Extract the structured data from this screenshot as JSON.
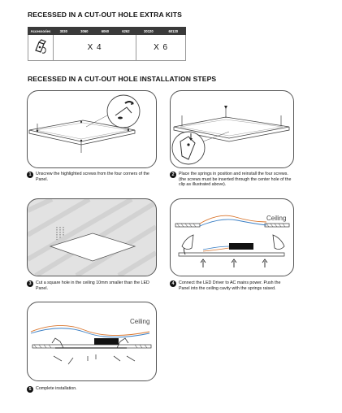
{
  "headings": {
    "kits": "RECESSED IN A CUT-OUT HOLE EXTRA KITS",
    "steps": "RECESSED IN A CUT-OUT HOLE INSTALLATION STEPS"
  },
  "kits_table": {
    "headers": [
      "Accessories",
      "3030",
      "3060",
      "6060",
      "6262",
      "30120",
      "60120"
    ],
    "quantities": [
      "X 4",
      "X 6"
    ]
  },
  "ceiling_label": "Ceiling",
  "steps": [
    {
      "number": "1",
      "text": "Unscrew the highlighted screws from the four corners of the Panel."
    },
    {
      "number": "2",
      "text": "Place the springs in position and reinstall the four screws. (the screws must be inserted through the center hole of the clip as illustrated above)."
    },
    {
      "number": "3",
      "text": "Cut a square hole in the ceiling 10mm smaller than the LED Panel."
    },
    {
      "number": "4",
      "text": "Connect the LED Driver to AC mains power. Push the Panel into the ceiling cavity with the springs raised."
    },
    {
      "number": "5",
      "text": "Complete installation."
    }
  ]
}
